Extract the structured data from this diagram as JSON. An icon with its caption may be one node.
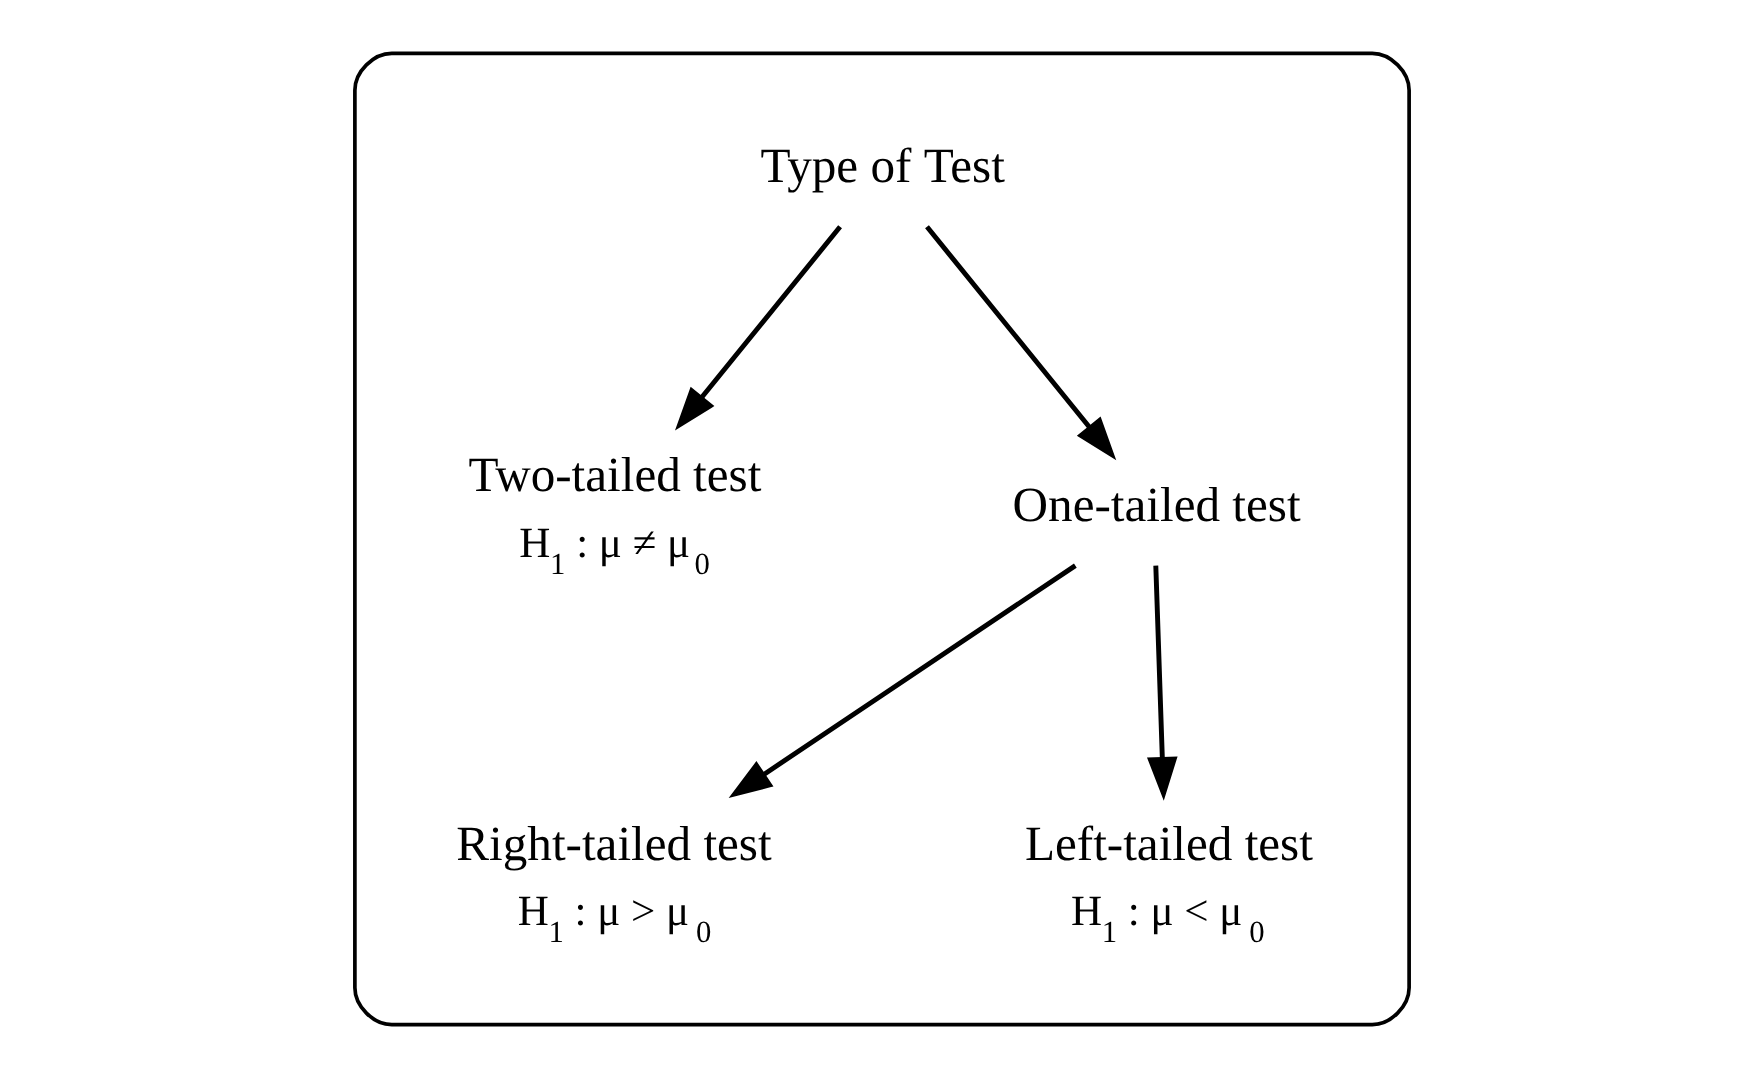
{
  "diagram": {
    "nodes": [
      {
        "text": [],
        "shape": "box"
      },
      {
        "text": [
          "Type of Test"
        ],
        "in": 0
      },
      {
        "text": [
          "Two-tailed test"
        ],
        "beside": [
          "H$_{1}$ : μ ≠ μ$_{0}$"
        ],
        "in": 0
      },
      {
        "text": [
          "One-tailed test"
        ],
        "in": 0
      },
      {
        "text": [
          "Right-tailed test"
        ],
        "beside": [
          "H$_{1}$ : μ > μ$_{0}$"
        ],
        "in": 0
      },
      {
        "text": [
          "Left-tailed test"
        ],
        "beside": [
          "H$_{1}$ : μ < μ$_{0}$"
        ],
        "in": 0
      }
    ],
    "edges": [
      {
        "from": 1,
        "to": 2,
        "arrow": "to"
      },
      {
        "from": 1,
        "to": 3,
        "arrow": "to"
      },
      {
        "from": 3,
        "to": 4,
        "arrow": "to"
      },
      {
        "from": 3,
        "to": 5,
        "arrow": "to"
      }
    ]
  }
}
